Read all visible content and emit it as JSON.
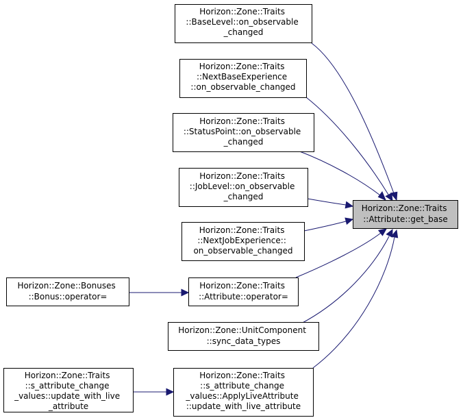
{
  "diagram": {
    "nodes": {
      "get_base": [
        "Horizon::Zone::Traits",
        "::Attribute::get_base"
      ],
      "base_level": [
        "Horizon::Zone::Traits",
        "::BaseLevel::on_observable",
        "_changed"
      ],
      "next_base_exp": [
        "Horizon::Zone::Traits",
        "::NextBaseExperience",
        "::on_observable_changed"
      ],
      "status_point": [
        "Horizon::Zone::Traits",
        "::StatusPoint::on_observable",
        "_changed"
      ],
      "job_level": [
        "Horizon::Zone::Traits",
        "::JobLevel::on_observable",
        "_changed"
      ],
      "next_job_exp": [
        "Horizon::Zone::Traits",
        "::NextJobExperience::",
        "on_observable_changed"
      ],
      "attr_operator": [
        "Horizon::Zone::Traits",
        "::Attribute::operator="
      ],
      "bonus_operator": [
        "Horizon::Zone::Bonuses",
        "::Bonus::operator="
      ],
      "unit_component": [
        "Horizon::Zone::UnitComponent",
        "::sync_data_types"
      ],
      "apply_live": [
        "Horizon::Zone::Traits",
        "::s_attribute_change",
        "_values::ApplyLiveAttribute",
        "::update_with_live_attribute"
      ],
      "update_live": [
        "Horizon::Zone::Traits",
        "::s_attribute_change",
        "_values::update_with_live",
        "_attribute"
      ]
    }
  }
}
